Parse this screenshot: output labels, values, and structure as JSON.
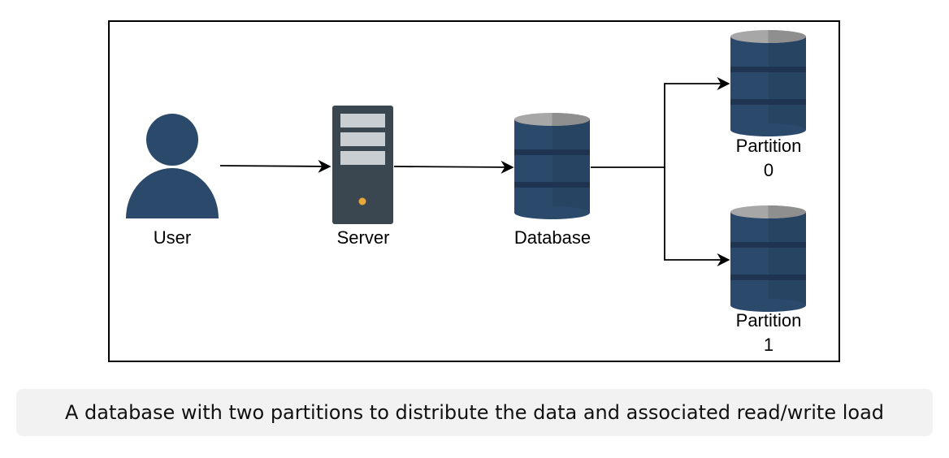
{
  "diagram": {
    "nodes": {
      "user": {
        "label": "User",
        "icon": "user-icon"
      },
      "server": {
        "label": "Server",
        "icon": "server-icon"
      },
      "database": {
        "label": "Database",
        "icon": "database-icon"
      },
      "partition_0": {
        "label_line1": "Partition",
        "label_line2": "0",
        "icon": "database-icon"
      },
      "partition_1": {
        "label_line1": "Partition",
        "label_line2": "1",
        "icon": "database-icon"
      }
    },
    "edges": [
      {
        "from": "user",
        "to": "server"
      },
      {
        "from": "server",
        "to": "database"
      },
      {
        "from": "database",
        "to": "partition_0"
      },
      {
        "from": "database",
        "to": "partition_1"
      }
    ],
    "colors": {
      "icon_navy": "#2b4a6b",
      "cylinder_top": "#a7a7a7",
      "cylinder_band": "#1e3450",
      "server_body": "#3a4650",
      "server_bay": "#c9ced3",
      "server_led": "#e8a93a"
    }
  },
  "caption": {
    "text": "A database with two partitions to distribute the data and associated read/write load"
  }
}
